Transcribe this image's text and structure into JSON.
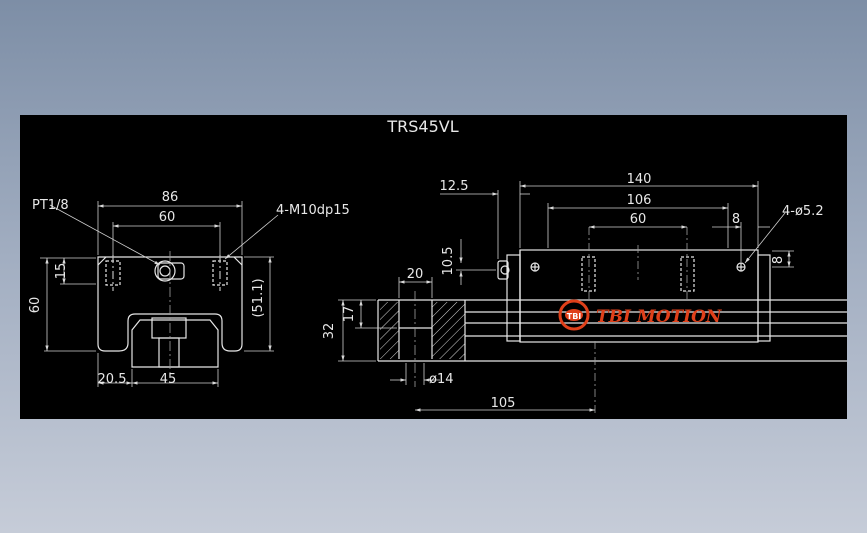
{
  "title": "TRS45VL",
  "brand": {
    "name": "TBI MOTION",
    "mark": "TBI"
  },
  "colors": {
    "background": "#000000",
    "lines": "#e6e6e6",
    "dims": "#d0d0d0",
    "brand": "#e0401a",
    "desktop_top": "#7d8ea6",
    "desktop_bottom": "#c6ccd8"
  },
  "front_view": {
    "top_width": "86",
    "hole_pitch": "60",
    "grease_port": "PT1/8",
    "mount_holes": "4-M10dp15",
    "top_offset": "15",
    "total_height": "60",
    "block_height": "(51.1)",
    "rail_offset": "20.5",
    "rail_width": "45"
  },
  "side_view": {
    "length_total": "140",
    "length_body": "106",
    "hole_pitch": "60",
    "nipple_offset": "12.5",
    "nipple_height": "10.5",
    "end_offset": "8",
    "holes": "4-ø5.2",
    "hole_height": "8",
    "rail_hole_width": "20",
    "rail_height": "32",
    "rail_counterbore": "17",
    "bolt_diameter": "ø14",
    "rail_pitch": "105"
  }
}
